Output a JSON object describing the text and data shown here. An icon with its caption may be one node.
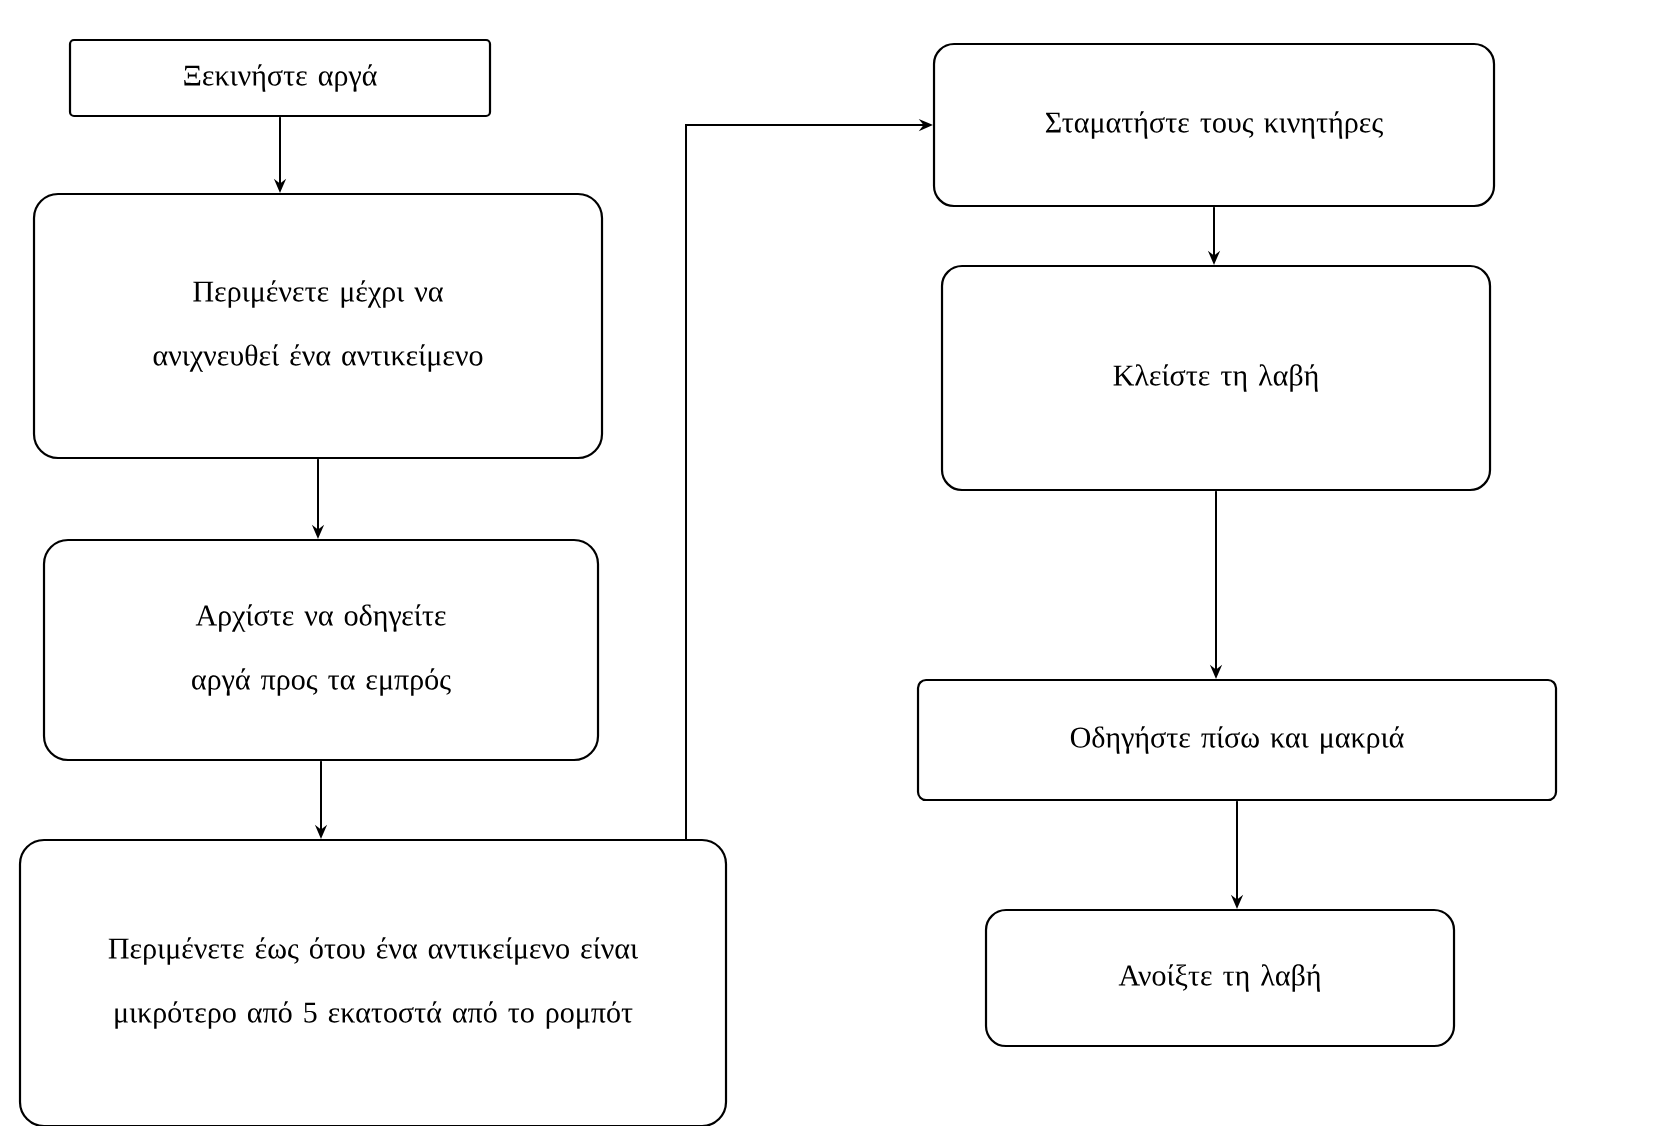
{
  "diagram": {
    "nodes": [
      {
        "text": [
          "Ξεκινήστε αργά"
        ]
      },
      {
        "text": [
          "Περιμένετε μέχρι να ανιχνευθεί ένα αντικείμενο"
        ]
      },
      {
        "text": [
          "Αρχίστε να οδηγείτε αργά προς τα εμπρός"
        ]
      },
      {
        "text": [
          "Περιμένετε έως ότου ένα αντικείμενο είναι μικρότερο από 5 εκατοστά από το ρομπότ"
        ]
      },
      {
        "text": [
          "Σταματήστε τους κινητήρες"
        ]
      },
      {
        "text": [
          "Κλείστε τη λαβή"
        ]
      },
      {
        "text": [
          "Οδηγήστε πίσω και μακριά"
        ]
      },
      {
        "text": [
          "Ανοίξτε τη λαβή"
        ]
      }
    ],
    "edges": [
      {
        "from": 0,
        "to": 1,
        "arrow": "to"
      },
      {
        "from": 1,
        "to": 2,
        "arrow": "to"
      },
      {
        "from": 2,
        "to": 3,
        "arrow": "to"
      },
      {
        "from": 3,
        "to": 4,
        "arrow": "to"
      },
      {
        "from": 4,
        "to": 5,
        "arrow": "to"
      },
      {
        "from": 5,
        "to": 6,
        "arrow": "to"
      },
      {
        "from": 6,
        "to": 7,
        "arrow": "to"
      }
    ]
  }
}
